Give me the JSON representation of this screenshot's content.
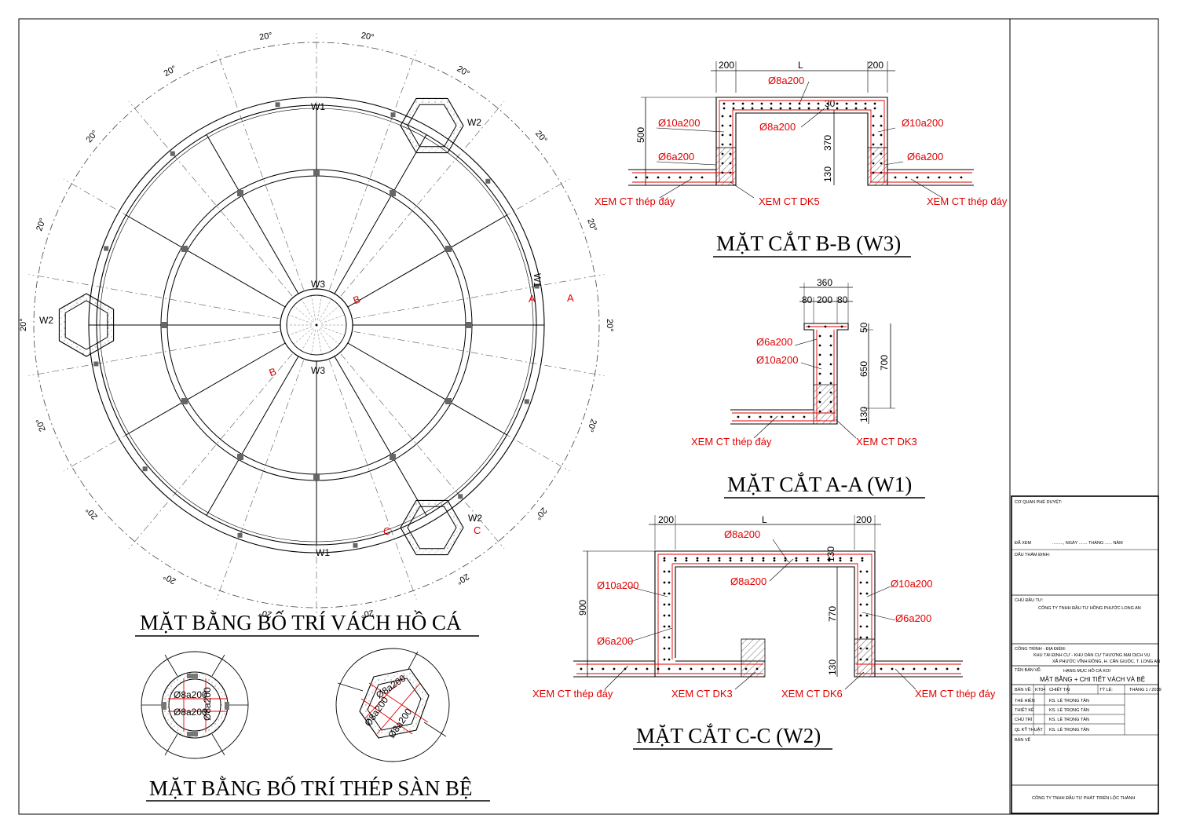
{
  "titles": {
    "plan": "MẶT BẰNG BỐ TRÍ VÁCH HỒ CÁ",
    "slab": "MẶT BẰNG BỐ TRÍ THÉP SÀN BỆ",
    "section_bb": "MẶT CẮT B-B (W3)",
    "section_aa": "MẶT CẮT A-A (W1)",
    "section_cc": "MẶT CẮT C-C (W2)"
  },
  "plan": {
    "angle_label": "20°",
    "w1": "W1",
    "w2": "W2",
    "w3": "W3",
    "mark_a": "A",
    "mark_b": "B",
    "mark_c": "C"
  },
  "slab": {
    "rebar_1": "Ø8a200",
    "rebar_2": "Ø8a200",
    "rebar_3": "Ø8a200",
    "rebar_4": "Ø8a200"
  },
  "section_bb": {
    "dim_200": "200",
    "dim_L": "L",
    "dim_500": "500",
    "dim_370": "370",
    "dim_130": "130",
    "dim_30": "30",
    "rebar_8a200": "Ø8a200",
    "rebar_10a200": "Ø10a200",
    "rebar_6a200": "Ø6a200",
    "note_floor": "XEM CT thép đáy",
    "note_dk": "XEM CT DK5"
  },
  "section_aa": {
    "dim_360": "360",
    "dim_80": "80",
    "dim_200": "200",
    "dim_50": "50",
    "dim_650": "650",
    "dim_700": "700",
    "dim_130": "130",
    "rebar_6a200": "Ø6a200",
    "rebar_10a200": "Ø10a200",
    "note_floor": "XEM CT thép đáy",
    "note_dk": "XEM CT DK3"
  },
  "section_cc": {
    "dim_200": "200",
    "dim_L": "L",
    "dim_900": "900",
    "dim_770": "770",
    "dim_130": "130",
    "rebar_8a200": "Ø8a200",
    "rebar_10a200": "Ø10a200",
    "rebar_6a200": "Ø6a200",
    "note_floor": "XEM CT thép đáy",
    "note_dk3": "XEM CT DK3",
    "note_dk6": "XEM CT DK6"
  },
  "title_block": {
    "approval_label": "CƠ QUAN PHÊ DUYỆT:",
    "approval_line": "ĐÃ XEM",
    "approval_line_tail": "........., NGÀY ....... THÁNG ...... NĂM",
    "seal_label": "DẤU THẨM ĐỊNH:",
    "investor_label": "CHỦ ĐẦU TƯ:",
    "investor": "CÔNG TY TNHH ĐẦU TƯ HỒNG PHƯỚC LONG AN",
    "project_label": "CÔNG TRÌNH - ĐỊA ĐIỂM:",
    "project_1": "KHU TÁI ĐỊNH CƯ - KHU DÂN CƯ THƯƠNG MẠI DỊCH VỤ",
    "project_2": "XÃ PHƯỚC VĨNH ĐÔNG, H. CẦN GIUỘC, T. LONG AN",
    "sheet_label": "TÊN BẢN VẼ:",
    "item": "HẠNG MỤC HỒ CÁ KOI",
    "sheet_name": "MẶT BẰNG + CHI TIẾT VÁCH VÀ BỆ",
    "col_1": "BẢN VẼ:",
    "col_2": "KT04",
    "col_3": "CHIẾT TẠI",
    "col_4": "TỶ LỆ:",
    "col_5": "THÁNG 1 / 2019",
    "role_1": "THỂ HIỆN",
    "role_2": "THIẾT KẾ",
    "role_3": "CHỦ TRÌ",
    "role_4": "QL KỸ THUẬT",
    "name": "KS. LÊ TRỌNG TÂN",
    "review_label": "BẢN VẼ",
    "company": "CÔNG TY TNHH ĐẦU TƯ PHÁT TRIỂN LỘC THÀNH"
  },
  "colors": {
    "line": "#000000",
    "rebar": "#e00000",
    "note": "#e00000",
    "hatch": "#777777"
  }
}
